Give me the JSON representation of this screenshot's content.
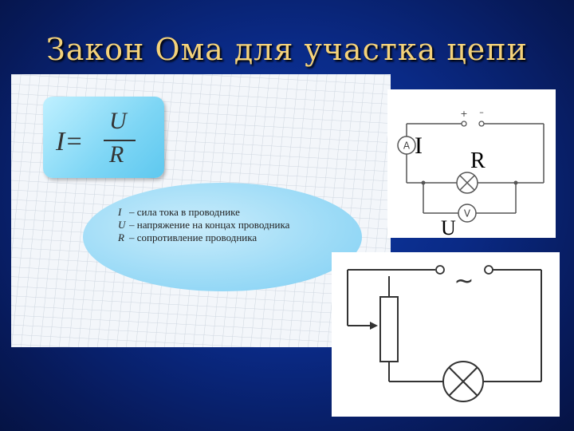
{
  "slide": {
    "title": "Закон Ома для участка цепи"
  },
  "formula": {
    "lhs": "I=",
    "numerator": "U",
    "denominator": "R"
  },
  "legend": [
    {
      "symbol": "I",
      "text": "– сила тока в проводнике"
    },
    {
      "symbol": "U",
      "text": "– напряжение на концах проводника"
    },
    {
      "symbol": "R",
      "text": "– сопротивление проводника"
    }
  ],
  "circuit1": {
    "plus": "+",
    "minus": "–",
    "ammeter": "A",
    "voltmeter": "V",
    "label_current": "I",
    "label_resistance": "R",
    "label_voltage": "U"
  },
  "circuit2": {
    "ac_symbol": "~"
  }
}
